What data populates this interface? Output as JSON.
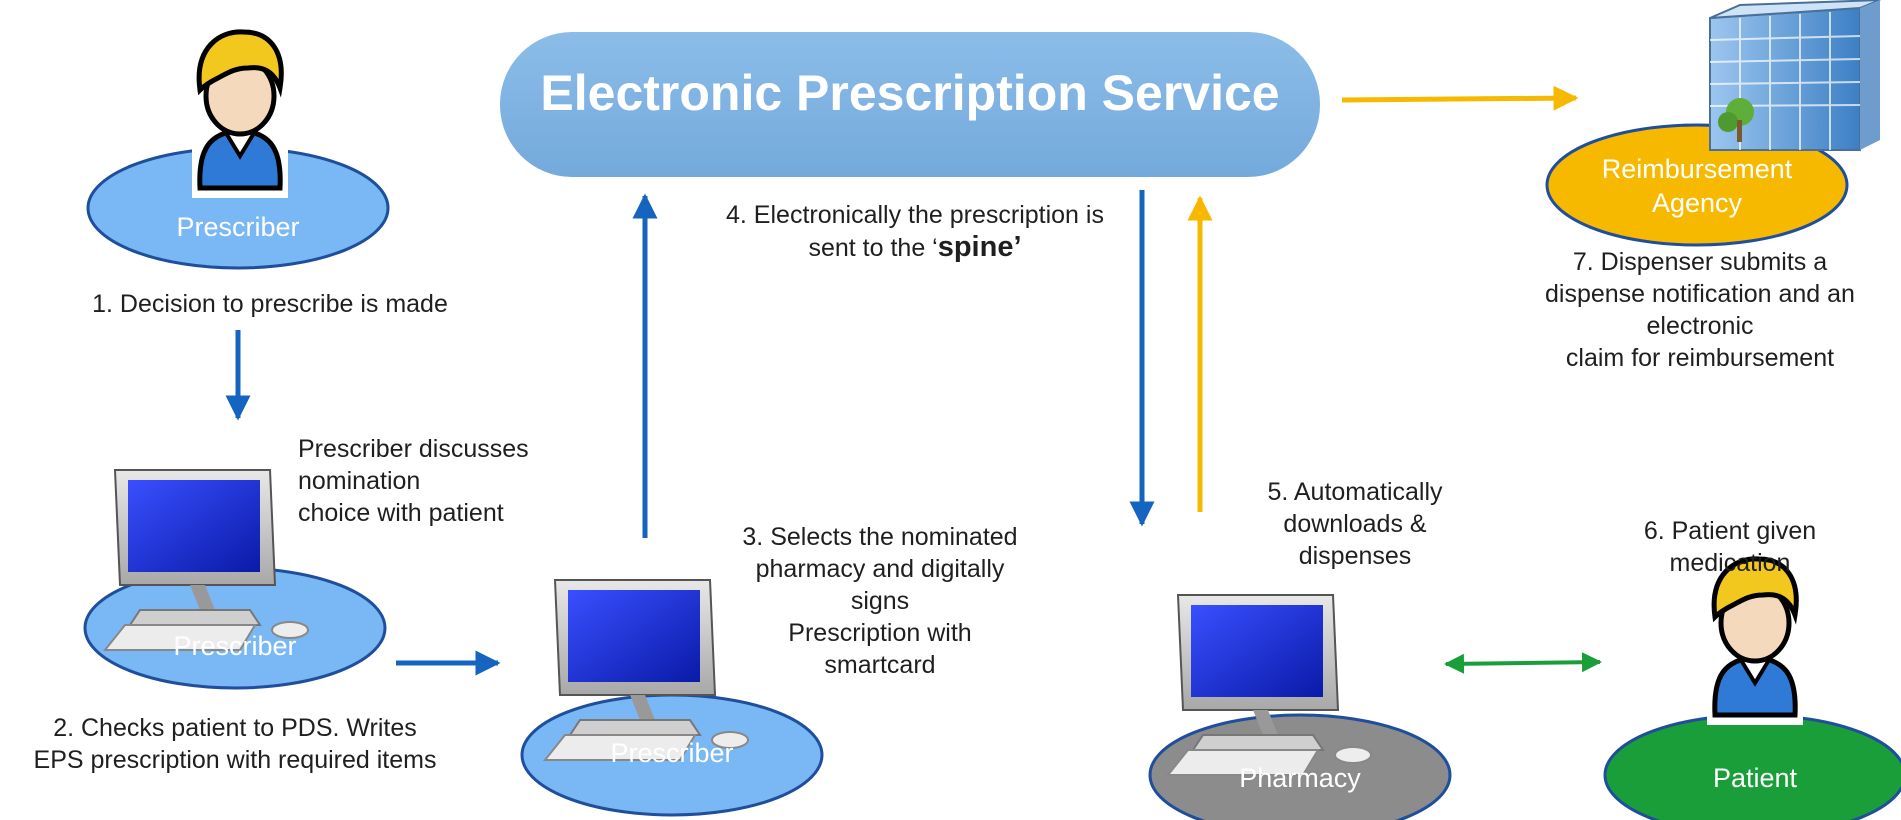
{
  "service": {
    "title": "Electronic Prescription Service"
  },
  "nodes": {
    "prescriber_top": "Prescriber",
    "prescriber_pc1": "Prescriber",
    "prescriber_pc2": "Prescriber",
    "pharmacy": "Pharmacy",
    "patient": "Patient",
    "agency_line1": "Reimbursement",
    "agency_line2": "Agency"
  },
  "steps": {
    "s1": "1. Decision to prescribe is made",
    "s2_line1": "2. Checks patient to PDS. Writes",
    "s2_line2": "EPS prescription with required items",
    "discuss_line1": "Prescriber discusses",
    "discuss_line2": "nomination",
    "discuss_line3": "choice with patient",
    "s3_line1": "3. Selects the nominated",
    "s3_line2": "pharmacy and digitally",
    "s3_line3": "signs",
    "s3_line4": "Prescription with",
    "s3_line5": "smartcard",
    "s4_line1": "4. Electronically the prescription is",
    "s4_line2_prefix": "sent to the ‘",
    "s4_line2_bold": "spine’",
    "s5_line1": "5. Automatically",
    "s5_line2": "downloads &",
    "s5_line3": "dispenses",
    "s6_line1": "6. Patient given",
    "s6_line2": "medication",
    "s7_line1": "7. Dispenser submits a",
    "s7_line2": "dispense notification and an",
    "s7_line3": "electronic",
    "s7_line4": "claim for reimbursement"
  },
  "colors": {
    "service_box": "#7fb2e0",
    "prescriber_ellipse": "#7ab8f5",
    "pharmacy_ellipse": "#8c8c8c",
    "patient_ellipse": "#1a9e3a",
    "agency_ellipse": "#f7b800",
    "arrow_blue": "#1565c0",
    "arrow_yellow": "#f7b800",
    "arrow_green": "#1a9e3a"
  },
  "icons": [
    "person-icon",
    "computer-icon",
    "building-icon"
  ]
}
